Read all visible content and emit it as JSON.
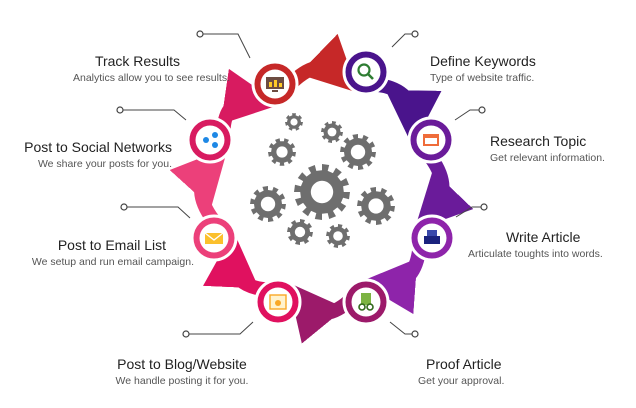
{
  "steps": [
    {
      "title": "Define Keywords",
      "subtitle": "Type of website traffic.",
      "color": "#4a148c",
      "icon": "magnifier-icon"
    },
    {
      "title": "Research Topic",
      "subtitle": "Get relevant information.",
      "color": "#6a1b9a",
      "icon": "browser-window-icon"
    },
    {
      "title": "Write Article",
      "subtitle": "Articulate toughts into words.",
      "color": "#8e24aa",
      "icon": "typewriter-icon"
    },
    {
      "title": "Proof Article",
      "subtitle": "Get your approval.",
      "color": "#9c1a6a",
      "icon": "document-glasses-icon"
    },
    {
      "title": "Post to Blog/Website",
      "subtitle": "We handle posting it for you.",
      "color": "#e0115f",
      "icon": "website-gear-icon"
    },
    {
      "title": "Post to Email List",
      "subtitle": "We setup and run email campaign.",
      "color": "#ec407a",
      "icon": "envelope-icon"
    },
    {
      "title": "Post to Social Networks",
      "subtitle": "We share your posts for you.",
      "color": "#d81b60",
      "icon": "social-share-icon"
    },
    {
      "title": "Track Results",
      "subtitle": "Analytics allow you to see results.",
      "color": "#c62828",
      "icon": "analytics-screen-icon"
    }
  ],
  "center": {
    "icon": "gears-cluster-icon",
    "color": "#6e6e6e"
  }
}
